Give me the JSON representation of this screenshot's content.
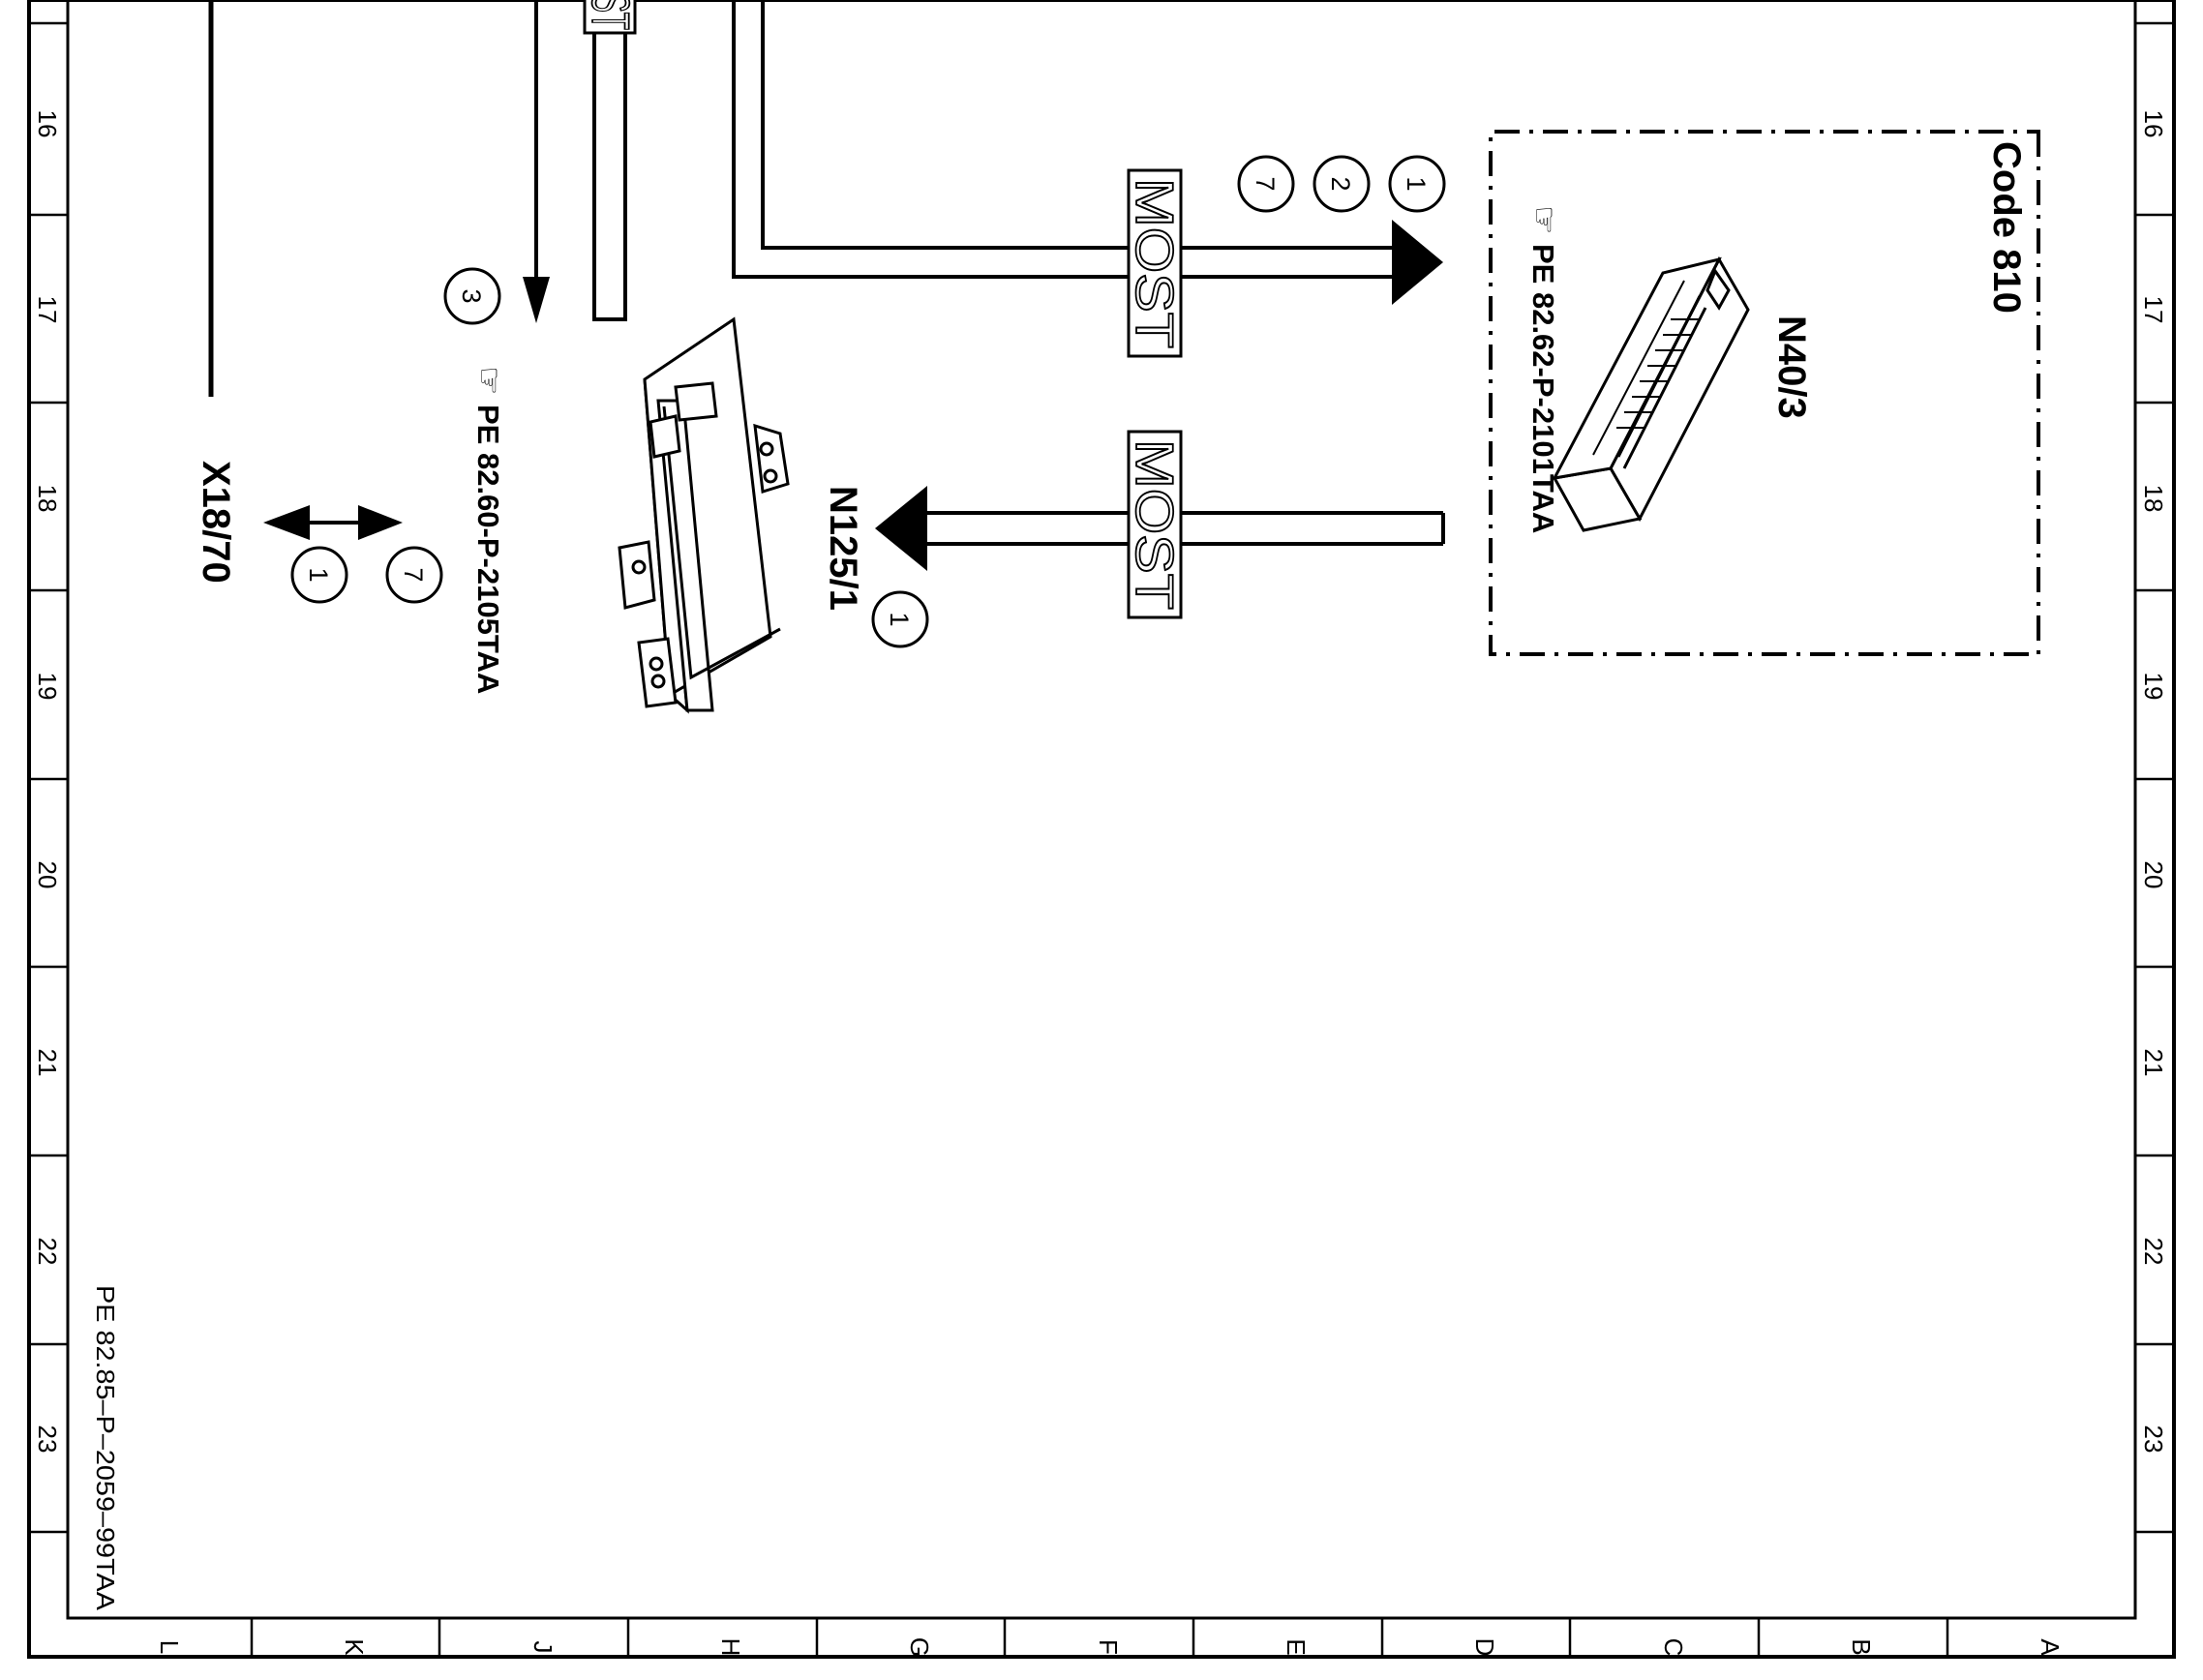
{
  "grid": {
    "rows": [
      "16",
      "17",
      "18",
      "19",
      "20",
      "21",
      "22",
      "23"
    ],
    "columns": [
      "L",
      "K",
      "J",
      "H",
      "G",
      "F",
      "E",
      "D",
      "C",
      "B",
      "A"
    ]
  },
  "components": {
    "control_unit": {
      "id": "N125/1",
      "ref": "PE 82.60-P-2105TAA"
    },
    "module": {
      "id": "N40/3",
      "ref": "PE 82.62-P-2101TAA",
      "code": "Code 810"
    },
    "connector": {
      "id": "X18/70"
    }
  },
  "bus_labels": [
    "MOST",
    "MOST",
    "MOST"
  ],
  "callouts": {
    "to_module": [
      "1",
      "2",
      "7"
    ],
    "from_module": [
      "1"
    ],
    "wire_top": [
      "3"
    ],
    "connector": [
      "7",
      "1"
    ]
  },
  "footer_ref": "PE 82.85–P–2059–99TAA",
  "colors": {
    "ink": "#000000",
    "paper": "#ffffff"
  }
}
